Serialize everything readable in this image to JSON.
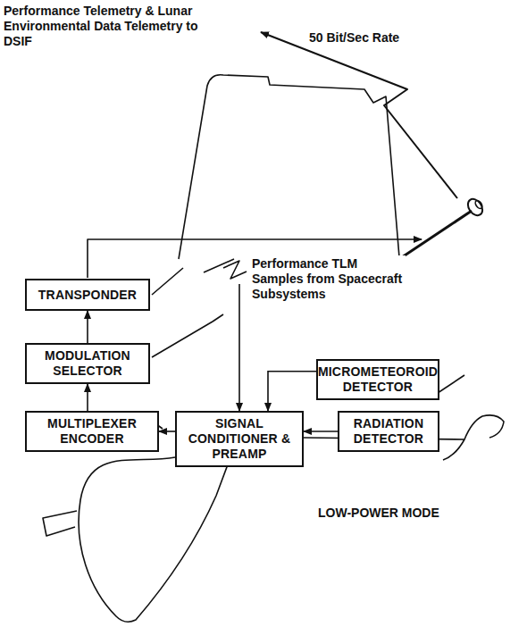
{
  "diagram": {
    "nodes": [
      {
        "text": [
          "TRANSPONDER"
        ]
      },
      {
        "text": [
          "MODULATION SELECTOR"
        ]
      },
      {
        "text": [
          "MULTIPLEXER ENCODER"
        ]
      },
      {
        "text": [
          "SIGNAL CONDITIONER & PREAMP"
        ]
      },
      {
        "text": [
          "MICROMETEOROID DETECTOR"
        ]
      },
      {
        "text": [
          "RADIATION DETECTOR"
        ]
      }
    ],
    "edges": [
      {
        "from": 2,
        "to": 1,
        "arrow": "to"
      },
      {
        "from": 1,
        "to": 0,
        "arrow": "to"
      },
      {
        "from": 3,
        "to": 2,
        "arrow": "to"
      },
      {
        "from": 4,
        "to": 3,
        "arrow": "to"
      },
      {
        "from": 5,
        "to": 3,
        "arrow": "to"
      }
    ],
    "labels": [
      "Performance Telemetry & Lunar Environmental Data Telemetry to DSIF",
      "50 Bit/Sec Rate",
      "Performance TLM Samples from Spacecraft Subsystems",
      "LOW-POWER MODE"
    ]
  }
}
